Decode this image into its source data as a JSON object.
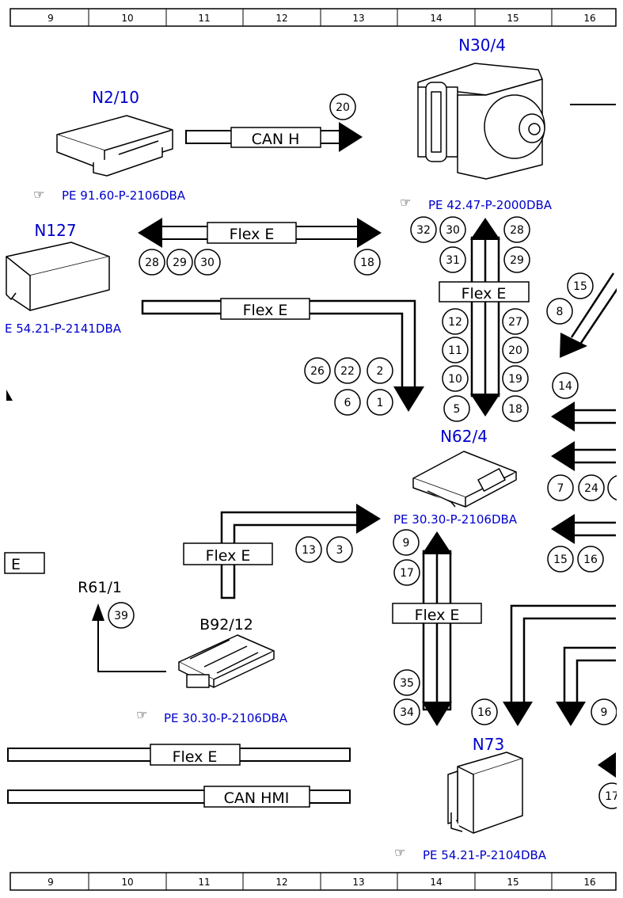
{
  "ruler": {
    "top": [
      "9",
      "10",
      "11",
      "12",
      "13",
      "14",
      "15",
      "16"
    ],
    "bottom": [
      "9",
      "10",
      "11",
      "12",
      "13",
      "14",
      "15",
      "16"
    ]
  },
  "components": {
    "n2_10": {
      "code": "N2/10",
      "ref": "PE 91.60-P-2106DBA"
    },
    "n30_4": {
      "code": "N30/4",
      "ref": "PE 42.47-P-2000DBA"
    },
    "n127": {
      "code": "N127",
      "ref": "E 54.21-P-2141DBA"
    },
    "n62_4": {
      "code": "N62/4",
      "ref": "PE 30.30-P-2106DBA"
    },
    "r61_1": {
      "code": "R61/1"
    },
    "b92_12": {
      "code": "B92/12",
      "ref": "PE 30.30-P-2106DBA"
    },
    "n73": {
      "code": "N73",
      "ref": "PE 54.21-P-2104DBA"
    }
  },
  "buses": {
    "can_h": "CAN H",
    "flex_top": "Flex E",
    "flex_mid": "Flex E",
    "flex_n30": "Flex E",
    "flex_b92": "Flex E",
    "flex_n62": "Flex E",
    "flex_bottom": "Flex E",
    "can_hmi": "CAN HMI",
    "left_edge": "E"
  },
  "connectors": {
    "c20": "20",
    "c28": "28",
    "c29": "29",
    "c30": "30",
    "c18": "18",
    "c32": "32",
    "c30b": "30",
    "c28b": "28",
    "c31": "31",
    "c29b": "29",
    "c12": "12",
    "c27": "27",
    "c11": "11",
    "c20b": "20",
    "c10": "10",
    "c19": "19",
    "c5": "5",
    "c18b": "18",
    "c26": "26",
    "c22": "22",
    "c2": "2",
    "c6": "6",
    "c1": "1",
    "c15": "15",
    "c8": "8",
    "c14": "14",
    "c7": "7",
    "c24": "24",
    "c15b": "15",
    "c16": "16",
    "c13": "13",
    "c3": "3",
    "c9": "9",
    "c17": "17",
    "c39": "39",
    "c35": "35",
    "c34": "34",
    "c16b": "16",
    "c9b": "9",
    "c17b": "17"
  }
}
